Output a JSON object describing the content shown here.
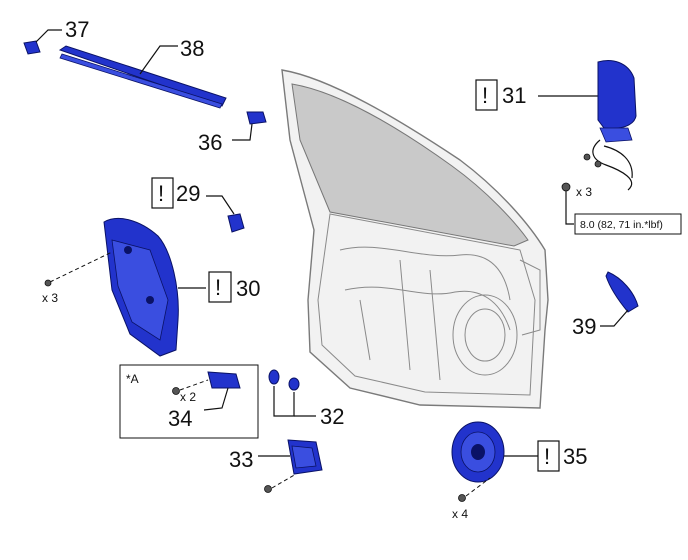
{
  "callouts": {
    "p37": "37",
    "p38": "38",
    "p36": "36",
    "p29": "29",
    "p30": "30",
    "p31": "31",
    "p39": "39",
    "p32": "32",
    "p33": "33",
    "p34": "34",
    "p35": "35"
  },
  "attention_mark": "!",
  "quantities": {
    "p30_screws": "x 3",
    "p31_nuts": "x 3",
    "p34_screws": "x 2",
    "p35_screws": "x 4"
  },
  "torque_spec": "8.0 (82, 71 in.*lbf)",
  "detail_label": "*A",
  "colors": {
    "part_fill": "#2233cc",
    "door_line": "#7a7a7a"
  }
}
